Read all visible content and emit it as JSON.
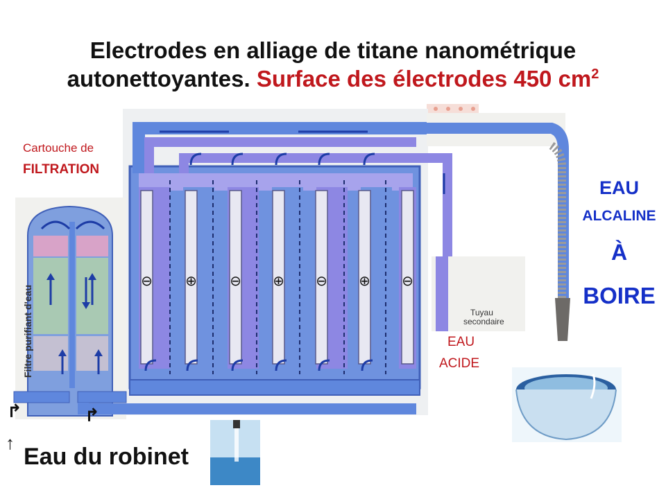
{
  "title": {
    "line1": "Electrodes en alliage de titane nanométrique",
    "line2_black": "autonettoyantes.",
    "line2_red": "Surface des électrodes 450 cm",
    "superscript": "2"
  },
  "labels": {
    "cartouche_line1": "Cartouche de",
    "cartouche_line2": "FILTRATION",
    "eau_top": "EAU",
    "alcaline": "ALCALINE",
    "a": "À",
    "boire": "BOIRE",
    "eau_acide_1": "EAU",
    "eau_acide_2": "ACIDE",
    "tap": "Eau du robinet"
  },
  "diagram_text": {
    "filter_vertical": "Filtre purifiant d'eau",
    "tuyau_1": "Tuyau",
    "tuyau_2": "secondaire"
  },
  "electrodes": [
    "⊖",
    "⊕",
    "⊖",
    "⊕",
    "⊖",
    "⊕",
    "⊖"
  ],
  "colors": {
    "title_red": "#c0181d",
    "label_blue": "#1530c8",
    "pipe_blue": "#5f87dd",
    "cell_purple": "#8d87e3",
    "electrode_fill": "#e8e8f2"
  }
}
